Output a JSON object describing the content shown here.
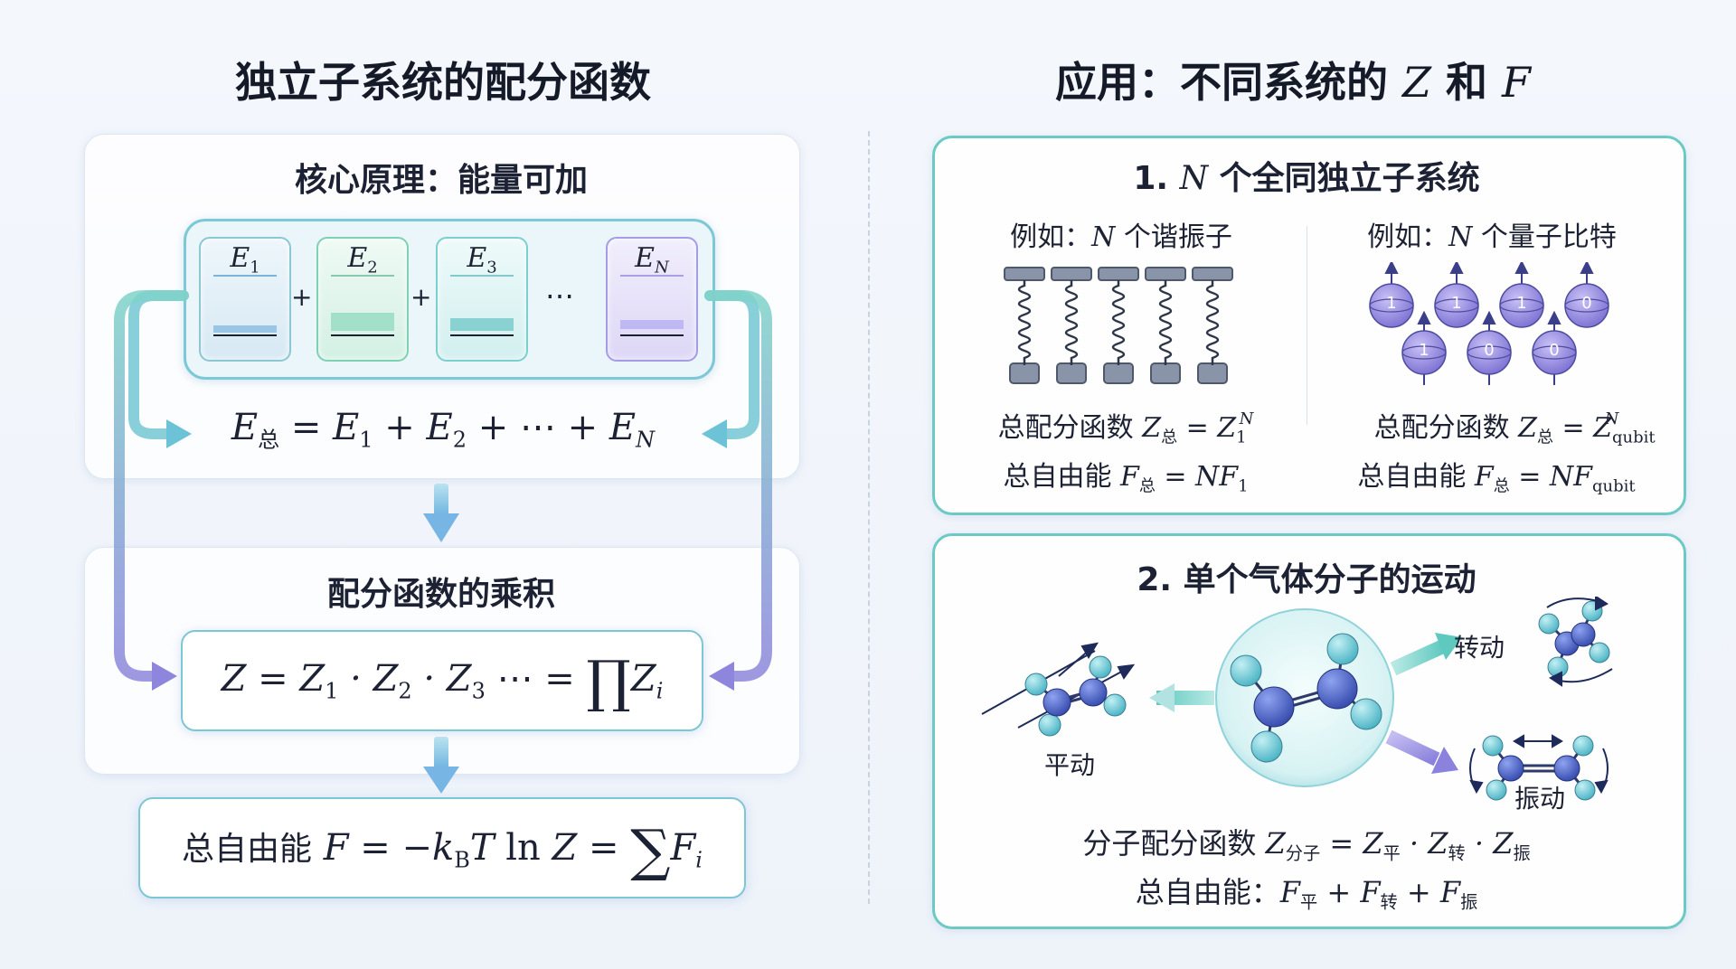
{
  "left": {
    "title": "独立子系统的配分函数",
    "core": {
      "heading": "核心原理：能量可加",
      "levels": [
        "1",
        "2",
        "3",
        "N"
      ],
      "plus": "+",
      "dots": "⋯",
      "energy_total": "总"
    },
    "product": {
      "heading": "配分函数的乘积",
      "dots": "⋯"
    },
    "free_energy": {
      "prefix": "总自由能",
      "kb_sub": "B",
      "ln": "ln"
    }
  },
  "right": {
    "title_cn1": "应用：不同系统的",
    "title_and": "和",
    "title_Z": "Z",
    "title_F": "F",
    "identical": {
      "heading_num": "1.",
      "heading_N": "N",
      "heading_rest": "个全同独立子系统",
      "osc": {
        "example": "例如：",
        "example_rest": "个谐振子",
        "partition_label": "总配分函数",
        "free_label": "总自由能"
      },
      "qubit": {
        "example": "例如：",
        "example_rest": "个量子比特",
        "partition_label": "总配分函数",
        "free_label": "总自由能",
        "sub": "qubit",
        "spins_top": [
          "1",
          "1",
          "1",
          "0"
        ],
        "spins_bottom": [
          "1",
          "0",
          "0"
        ]
      },
      "total_sub": "总"
    },
    "gas": {
      "heading": "2. 单个气体分子的运动",
      "translation": "平动",
      "rotation": "转动",
      "vibration": "振动",
      "mol_partition_label": "分子配分函数",
      "mol_sub": "分子",
      "sub_trans": "平",
      "sub_rot": "转",
      "sub_vib": "振",
      "free_label": "总自由能："
    }
  },
  "colors": {
    "teal": "#6cc9c4",
    "purple": "#8a86d8",
    "green": "#7dd3b8",
    "lavender": "#bbb4ee",
    "molecule_blue": "#4a63c8",
    "molecule_cyan": "#7fd3dd"
  }
}
